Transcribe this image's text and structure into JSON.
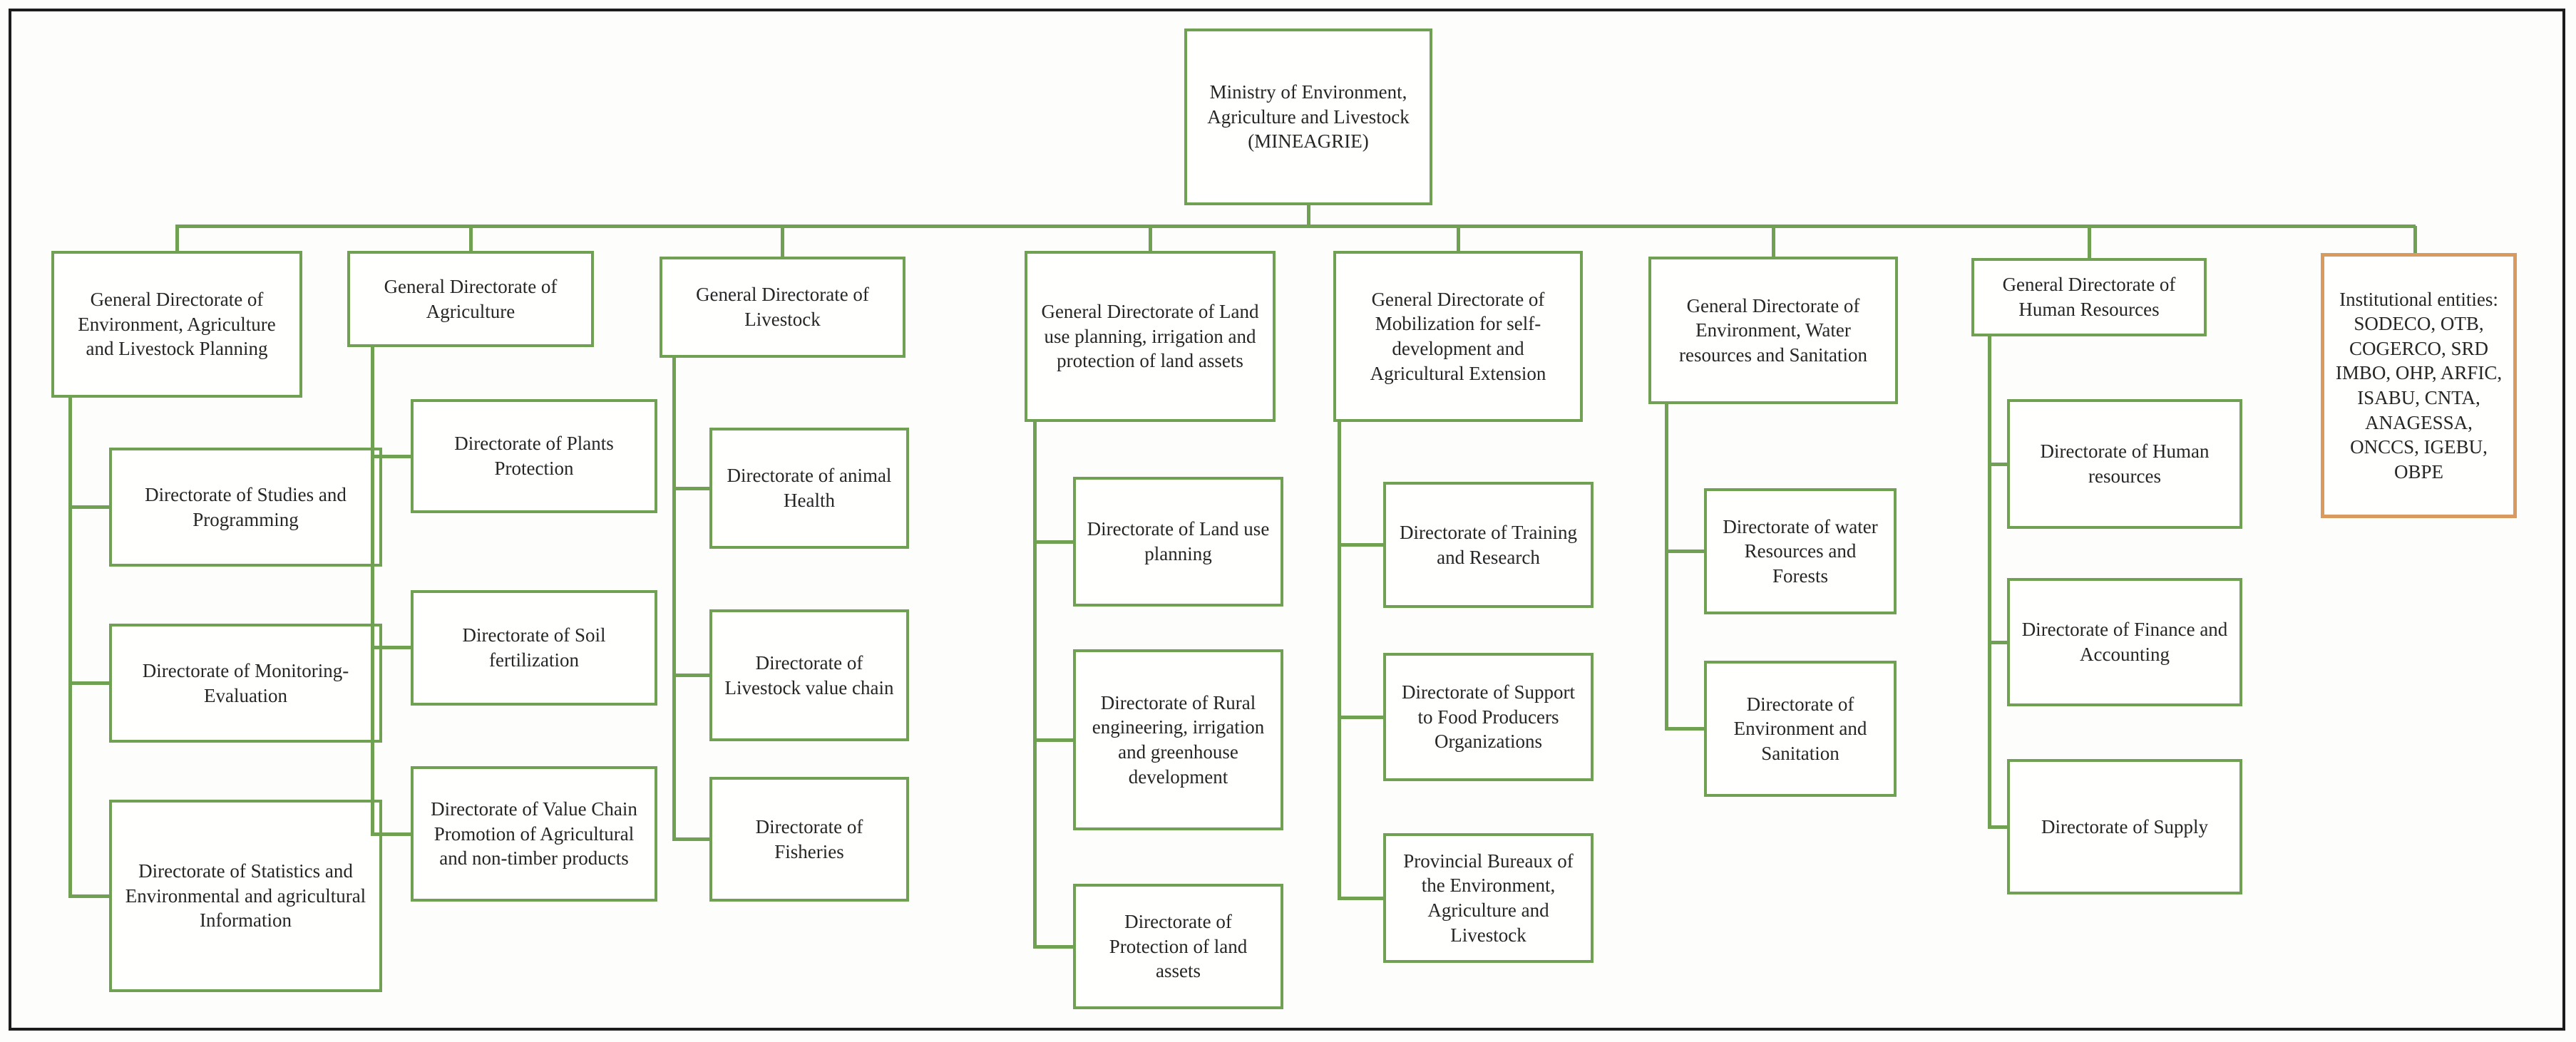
{
  "root": {
    "label": "Ministry of Environment, Agriculture and Livestock (MINEAGRIE)"
  },
  "columns": [
    {
      "header": "General Directorate of Environment, Agriculture and Livestock Planning",
      "children": [
        "Directorate of Studies and Programming",
        "Directorate of Monitoring-Evaluation",
        "Directorate of Statistics and Environmental and agricultural Information"
      ]
    },
    {
      "header": "General Directorate of Agriculture",
      "children": [
        "Directorate of Plants Protection",
        "Directorate of Soil fertilization",
        "Directorate of Value Chain Promotion of Agricultural and non-timber products"
      ]
    },
    {
      "header": "General Directorate of Livestock",
      "children": [
        "Directorate of animal Health",
        "Directorate of Livestock value chain",
        "Directorate of Fisheries"
      ]
    },
    {
      "header": "General Directorate of Land use planning, irrigation and protection of land assets",
      "children": [
        "Directorate of Land use planning",
        "Directorate of Rural engineering, irrigation and greenhouse development",
        "Directorate of Protection of land assets"
      ]
    },
    {
      "header": "General Directorate of Mobilization for self-development and Agricultural Extension",
      "children": [
        "Directorate of Training and Research",
        "Directorate of Support to Food Producers Organizations",
        "Provincial Bureaux of the Environment, Agriculture and Livestock"
      ]
    },
    {
      "header": "General Directorate of Environment, Water resources and Sanitation",
      "children": [
        "Directorate of water Resources and Forests",
        "Directorate of Environment and Sanitation"
      ]
    },
    {
      "header": "General Directorate of Human Resources",
      "children": [
        "Directorate of Human resources",
        "Directorate of Finance and Accounting",
        "Directorate of Supply"
      ]
    }
  ],
  "institutional_entities": {
    "label": "Institutional entities: SODECO, OTB, COGERCO, SRD IMBO, OHP, ARFIC, ISABU, CNTA, ANAGESSA, ONCCS, IGEBU, OBPE"
  },
  "colors": {
    "box_green": "#70a152",
    "entities_orange": "#d99a60",
    "text": "#262626",
    "frame_black": "#1c1c1c"
  }
}
